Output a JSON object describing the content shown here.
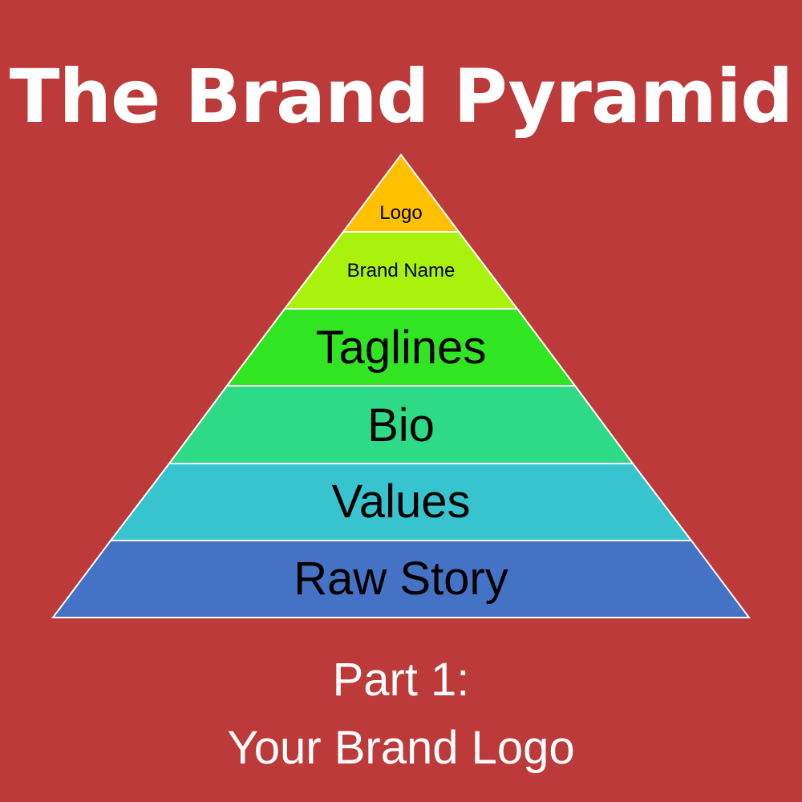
{
  "title": "The Brand Pyramid",
  "colors": {
    "background": "#BD3A3A",
    "divider": "#FFFFFF"
  },
  "pyramid": {
    "apex": [
      500,
      193
    ],
    "base_left": [
      66,
      770
    ],
    "base_right": [
      934,
      770
    ],
    "layers": [
      {
        "label": "Logo",
        "color": "#FFC000",
        "font_size": 26
      },
      {
        "label": "Brand Name",
        "color": "#A9F20E",
        "font_size": 26
      },
      {
        "label": "Taglines",
        "color": "#31E522",
        "font_size": 60
      },
      {
        "label": "Bio",
        "color": "#2EDA86",
        "font_size": 60
      },
      {
        "label": "Values",
        "color": "#37C4CE",
        "font_size": 60
      },
      {
        "label": "Raw Story",
        "color": "#4472C4",
        "font_size": 60
      }
    ]
  },
  "subtitle": {
    "line1": "Part 1:",
    "line2": "Your Brand Logo"
  }
}
